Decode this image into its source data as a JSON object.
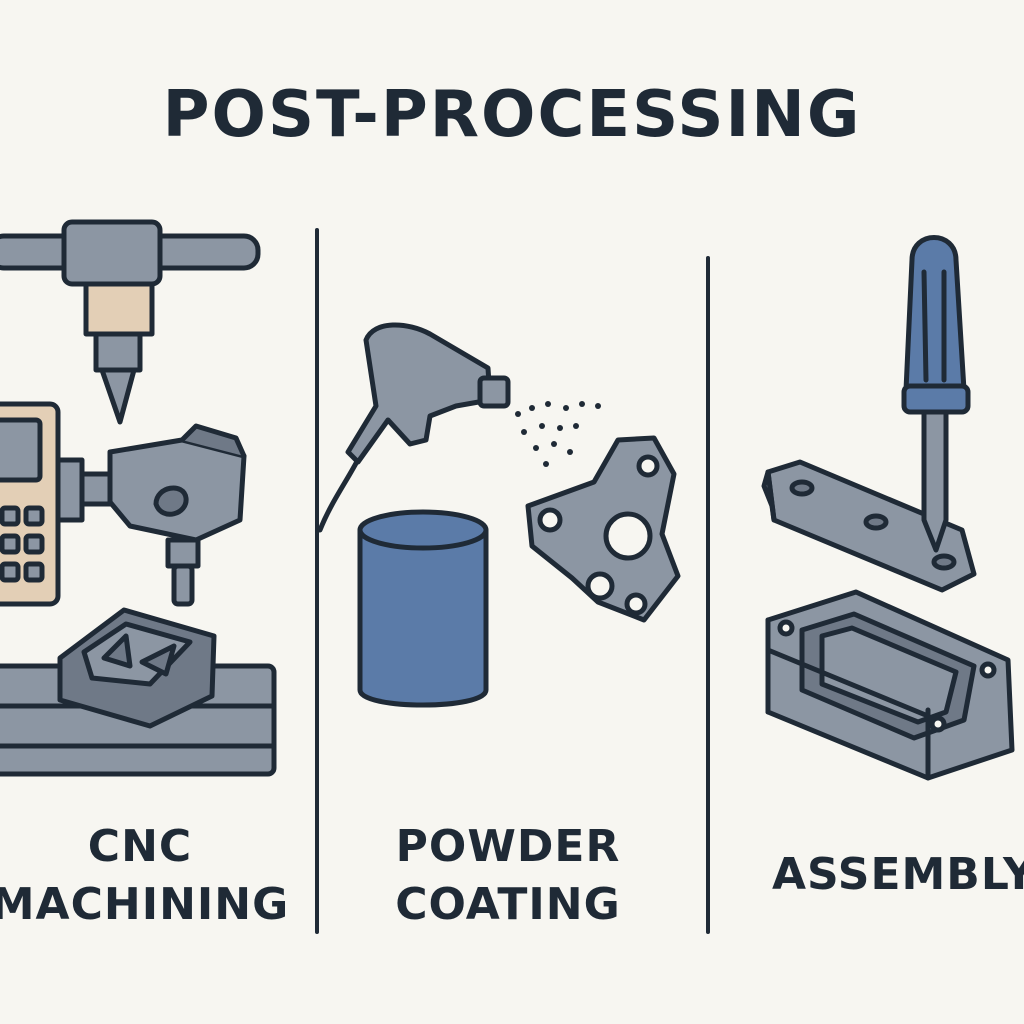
{
  "title": "POST-PROCESSING",
  "panels": [
    {
      "id": "cnc",
      "label_line1": "CNC",
      "label_line2": "MACHINING",
      "icon": "cnc-machine-icon"
    },
    {
      "id": "powder",
      "label_line1": "POWDER",
      "label_line2": "COATING",
      "icon": "spray-gun-icon"
    },
    {
      "id": "assembly",
      "label_line1": "ASSEMBLY",
      "icon": "screwdriver-icon"
    }
  ],
  "colors": {
    "background": "#f7f6f1",
    "outline": "#1f2a36",
    "metal": "#8c96a3",
    "metal_dark": "#6f7987",
    "blue": "#5b7ba8",
    "tan": "#e3cfb6"
  }
}
